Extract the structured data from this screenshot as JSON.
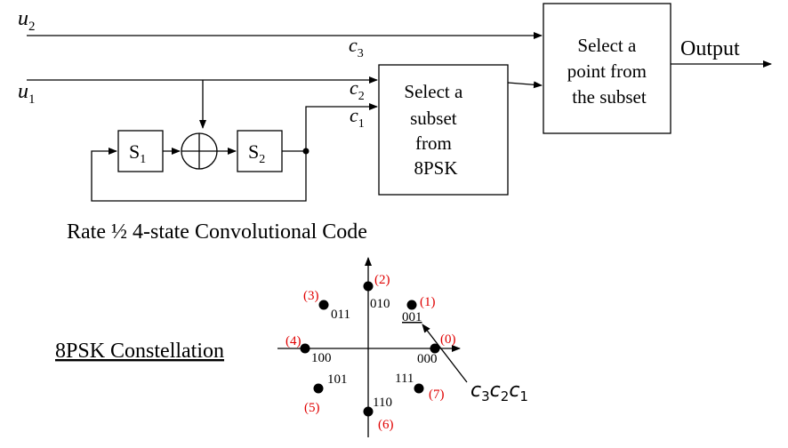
{
  "inputs": {
    "u2": {
      "base": "u",
      "sub": "2"
    },
    "u1": {
      "base": "u",
      "sub": "1"
    }
  },
  "signals": {
    "c3": {
      "base": "c",
      "sub": "3"
    },
    "c2": {
      "base": "c",
      "sub": "2"
    },
    "c1": {
      "base": "c",
      "sub": "1"
    }
  },
  "registers": {
    "s1": {
      "base": "S",
      "sub": "1"
    },
    "s2": {
      "base": "S",
      "sub": "2"
    }
  },
  "blocks": {
    "subset_selector": [
      "Select a",
      "subset",
      "from",
      "8PSK"
    ],
    "point_selector": [
      "Select a",
      "point from",
      "the subset"
    ]
  },
  "output_label": "Output",
  "code_caption": "Rate ½ 4-state Convolutional Code",
  "constellation_caption": "8PSK Constellation",
  "constellation": {
    "points": [
      {
        "index": "(0)",
        "bits": "000",
        "underlined": false
      },
      {
        "index": "(1)",
        "bits": "001",
        "underlined": true
      },
      {
        "index": "(2)",
        "bits": "010",
        "underlined": false
      },
      {
        "index": "(3)",
        "bits": "011",
        "underlined": false
      },
      {
        "index": "(4)",
        "bits": "100",
        "underlined": false
      },
      {
        "index": "(5)",
        "bits": "101",
        "underlined": false
      },
      {
        "index": "(6)",
        "bits": "110",
        "underlined": false
      },
      {
        "index": "(7)",
        "bits": "111",
        "underlined": false
      }
    ],
    "bit_order_label": {
      "parts": [
        {
          "base": "c",
          "sub": "3"
        },
        {
          "base": "c",
          "sub": "2"
        },
        {
          "base": "c",
          "sub": "1"
        }
      ]
    }
  },
  "colors": {
    "line": "#000000",
    "index_label": "#e00000"
  }
}
